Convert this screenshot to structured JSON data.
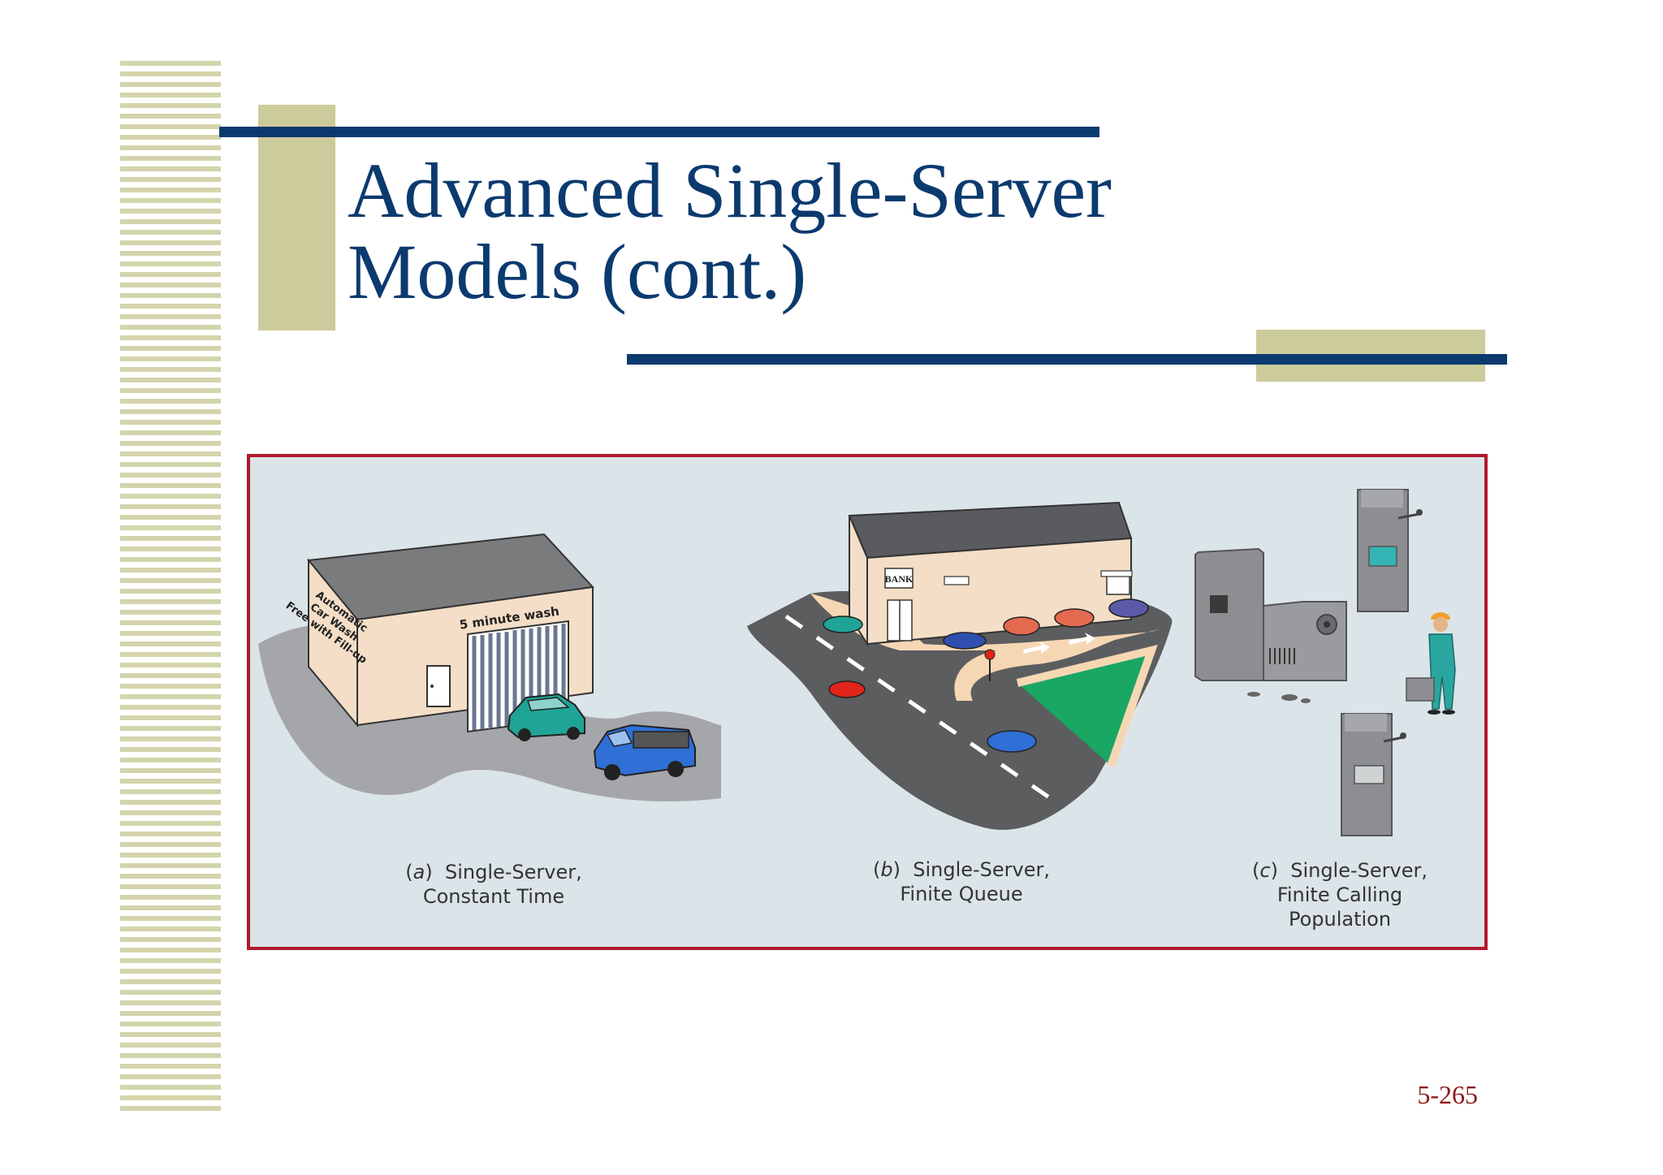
{
  "slide": {
    "title_line1": "Advanced Single-Server",
    "title_line2": "Models (cont.)",
    "page_number": "5-265"
  },
  "figure": {
    "panel_a": {
      "letter": "a",
      "caption_line1": "Single-Server,",
      "caption_line2": "Constant Time",
      "sign_side": [
        "Automatic",
        "Car Wash",
        "Free with Fill-up"
      ],
      "sign_front": "5 minute wash"
    },
    "panel_b": {
      "letter": "b",
      "caption_line1": "Single-Server,",
      "caption_line2": "Finite Queue",
      "sign_bank": "BANK"
    },
    "panel_c": {
      "letter": "c",
      "caption_line1": "Single-Server,",
      "caption_line2": "Finite Calling",
      "caption_line3": "Population"
    }
  },
  "colors": {
    "navy": "#0b3a6e",
    "khaki": "#cccb9b",
    "frame": "#b0182e",
    "figure_bg": "#dbe4e8",
    "page_number": "#8a1a1a"
  }
}
